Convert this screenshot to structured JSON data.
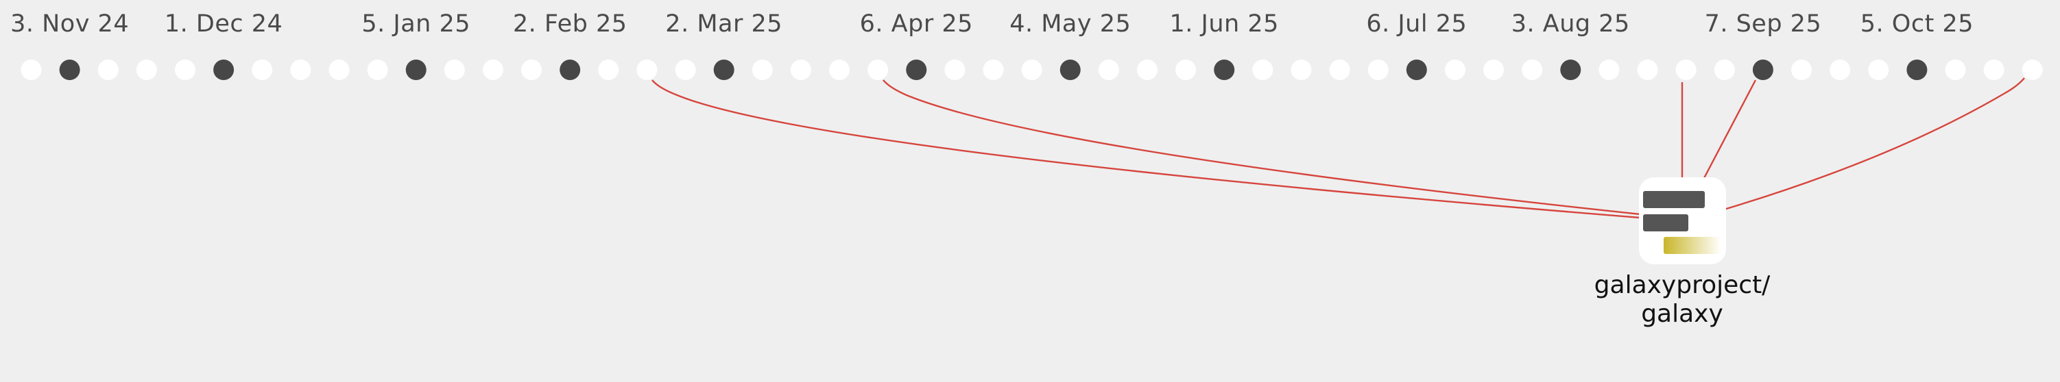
{
  "timeline": {
    "date_labels": [
      {
        "text": "3. Nov 24",
        "week": 1
      },
      {
        "text": "1. Dec 24",
        "week": 5
      },
      {
        "text": "5. Jan 25",
        "week": 10
      },
      {
        "text": "2. Feb 25",
        "week": 14
      },
      {
        "text": "2. Mar 25",
        "week": 18
      },
      {
        "text": "6. Apr 25",
        "week": 23
      },
      {
        "text": "4. May 25",
        "week": 27
      },
      {
        "text": "1. Jun 25",
        "week": 31
      },
      {
        "text": "6. Jul 25",
        "week": 36
      },
      {
        "text": "3. Aug 25",
        "week": 40
      },
      {
        "text": "7. Sep 25",
        "week": 45
      },
      {
        "text": "5. Oct 25",
        "week": 49
      }
    ],
    "week_count": 53,
    "filled_weeks": [
      1,
      5,
      10,
      14,
      18,
      23,
      27,
      31,
      36,
      40,
      45,
      49
    ],
    "connected_weeks": [
      16,
      22,
      44,
      45,
      52
    ],
    "colors": {
      "background": "#efefef",
      "empty_dot": "#ffffff",
      "filled_dot": "#474747",
      "connector": "#d6453d"
    }
  },
  "repository": {
    "name_line1": "galaxyproject/",
    "name_line2": "galaxy",
    "icon": "repository-bars-icon",
    "icon_colors": {
      "bar": "#555555",
      "accent_start": "#c9b62a",
      "accent_end": "#ffffff"
    }
  }
}
